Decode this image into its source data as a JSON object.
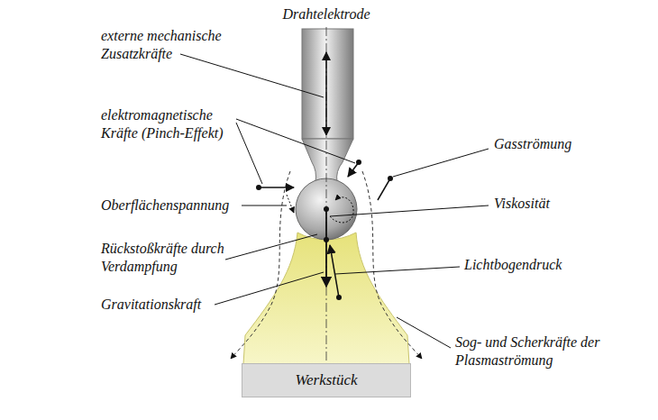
{
  "diagram": {
    "nodes": [
      {
        "text": [
          "Werkstück"
        ]
      }
    ],
    "labels": [
      "Drahtelektrode",
      "externe mechanische Zusatzkräfte",
      "elektromagnetische Kräfte (Pinch-Effekt)",
      "Oberflächenspannung",
      "Rückstoßkräfte durch Verdampfung",
      "Gravitationskraft",
      "Gasströmung",
      "Viskosität",
      "Lichtbogendruck",
      "Sog- und Scherkräfte der Plasmaströmung"
    ]
  }
}
